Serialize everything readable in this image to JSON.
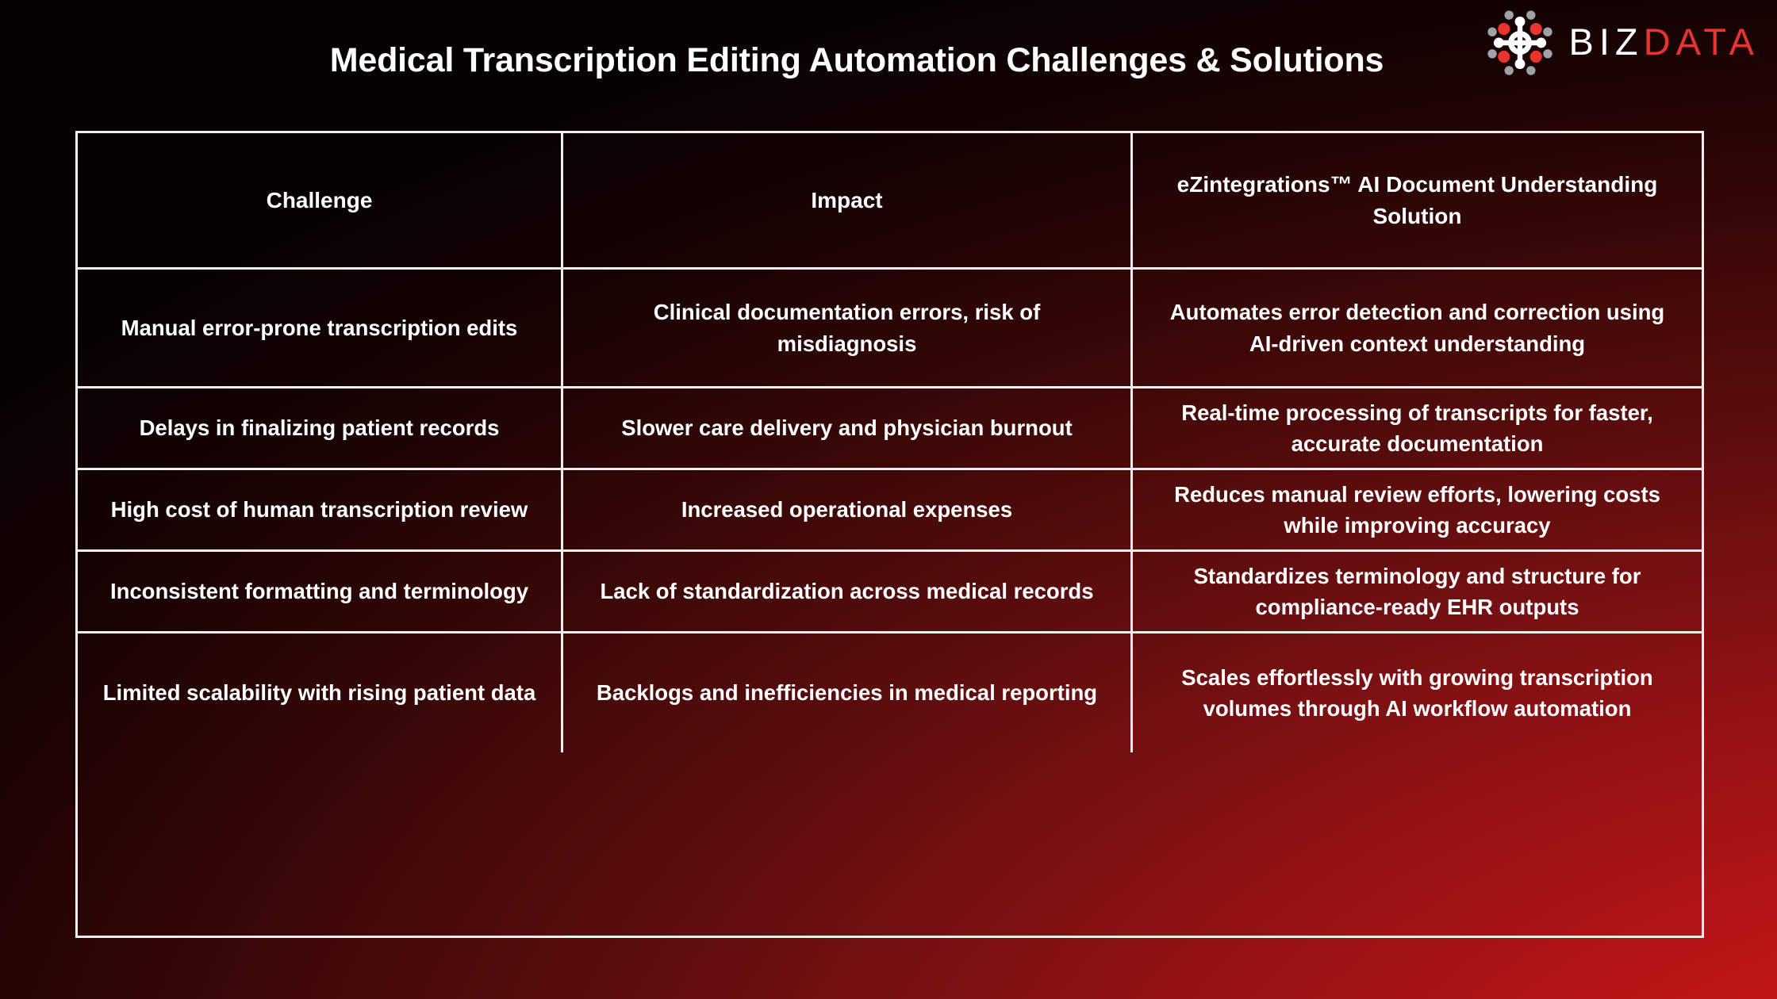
{
  "header": {
    "title": "Medical Transcription Editing Automation Challenges & Solutions"
  },
  "logo": {
    "mark_icon": "network-nodes-icon",
    "text_primary": "BIZ",
    "text_secondary": "DATA",
    "color_primary": "#ffffff",
    "color_secondary": "#e8332f",
    "node_colors": {
      "center": "#ffffff",
      "inner": "#e8332f",
      "outer": "#9ea2a6"
    }
  },
  "theme": {
    "background_dark": "#050101",
    "background_accent": "#c41618",
    "border": "#f2eeee",
    "text": "#ffffff"
  },
  "table": {
    "columns": [
      "Challenge",
      "Impact",
      "eZintegrations™ AI Document Understanding Solution"
    ],
    "rows": [
      {
        "challenge": "Manual error-prone transcription edits",
        "impact": "Clinical documentation errors, risk of misdiagnosis",
        "solution": "Automates error detection and correction using AI-driven context understanding"
      },
      {
        "challenge": "Delays in finalizing patient records",
        "impact": "Slower care delivery and physician burnout",
        "solution": "Real-time processing of transcripts for faster, accurate documentation"
      },
      {
        "challenge": "High cost of human transcription review",
        "impact": "Increased operational expenses",
        "solution": "Reduces manual review efforts, lowering costs while improving accuracy"
      },
      {
        "challenge": "Inconsistent formatting and terminology",
        "impact": "Lack of standardization across medical records",
        "solution": "Standardizes terminology and structure for compliance-ready EHR outputs"
      },
      {
        "challenge": "Limited scalability with rising patient data",
        "impact": "Backlogs and inefficiencies in medical reporting",
        "solution": "Scales effortlessly with growing transcription volumes through AI workflow automation"
      }
    ]
  }
}
